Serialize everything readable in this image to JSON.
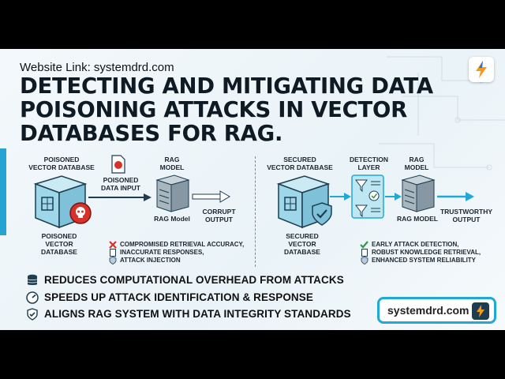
{
  "website_link": "Website Link: systemdrd.com",
  "title": "DETECTING AND MITIGATING DATA POISONING ATTACKS IN VECTOR DATABASES FOR RAG.",
  "left": {
    "db_label_top": "POISONED\nVECTOR DATABASE",
    "input_label": "POISONED\nDATA INPUT",
    "rag_label_top": "RAG\nMODEL",
    "db_label_bottom": "POISONED\nVECTOR\nDATABASE",
    "rag_label_bottom": "RAG Model",
    "output_label": "CORRUPT\nOUTPUT",
    "issues": [
      "COMPROMISED RETRIEVAL ACCURACY,",
      "INACCURATE RESPONSES,",
      "ATTACK INJECTION"
    ]
  },
  "right": {
    "db_label_top": "SECURED\nVECTOR DATABASE",
    "detection_label": "DETECTION\nLAYER",
    "rag_label_top": "RAG\nMODEL",
    "db_label_bottom": "SECURED\nVECTOR\nDATABASE",
    "rag_label_bottom": "RAG MODEL",
    "output_label": "TRUSTWORTHY\nOUTPUT",
    "benefits": [
      "EARLY ATTACK DETECTION,",
      "ROBUST KNOWLEDGE RETRIEVAL,",
      "ENHANCED SYSTEM RELIABILITY"
    ]
  },
  "benefits": [
    {
      "icon": "database-icon",
      "text": "REDUCES COMPUTATIONAL OVERHEAD FROM ATTACKS"
    },
    {
      "icon": "speedometer-icon",
      "text": "SPEEDS UP ATTACK IDENTIFICATION & RESPONSE"
    },
    {
      "icon": "shield-check-icon",
      "text": "ALIGNS RAG SYSTEM WITH DATA INTEGRITY STANDARDS"
    }
  ],
  "cta_label": "systemdrd.com",
  "colors": {
    "accent": "#21a8d6",
    "danger": "#d6312b",
    "success": "#2d9a47",
    "cube": "#9ed7ea"
  }
}
